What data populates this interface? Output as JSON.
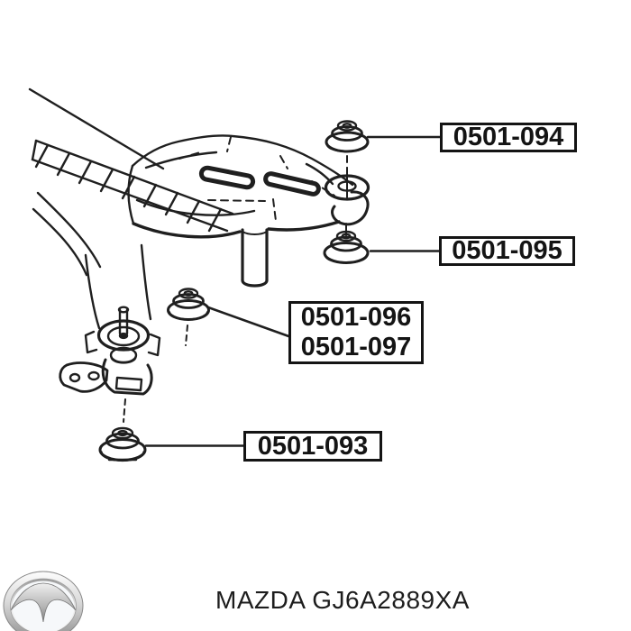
{
  "colors": {
    "background": "#ffffff",
    "line": "#1f1f1f",
    "label_border": "#141414",
    "label_text": "#141414",
    "caption_text": "#1d1d1d",
    "logo_chrome_light": "#f2f2f2",
    "logo_chrome_dark": "#8f8f8f"
  },
  "illustration": {
    "description": "rear subframe crossmember line drawing with arm bushings",
    "parts_shown": [
      "top mount bushing",
      "lower right bushing",
      "center arm bushing",
      "front lower bushing"
    ]
  },
  "callouts": [
    {
      "part_numbers": [
        "0501-094"
      ]
    },
    {
      "part_numbers": [
        "0501-095"
      ]
    },
    {
      "part_numbers": [
        "0501-096",
        "0501-097"
      ]
    },
    {
      "part_numbers": [
        "0501-093"
      ]
    }
  ],
  "footer": {
    "logo": "mazda-logo",
    "caption": "MAZDA GJ6A2889XA"
  }
}
